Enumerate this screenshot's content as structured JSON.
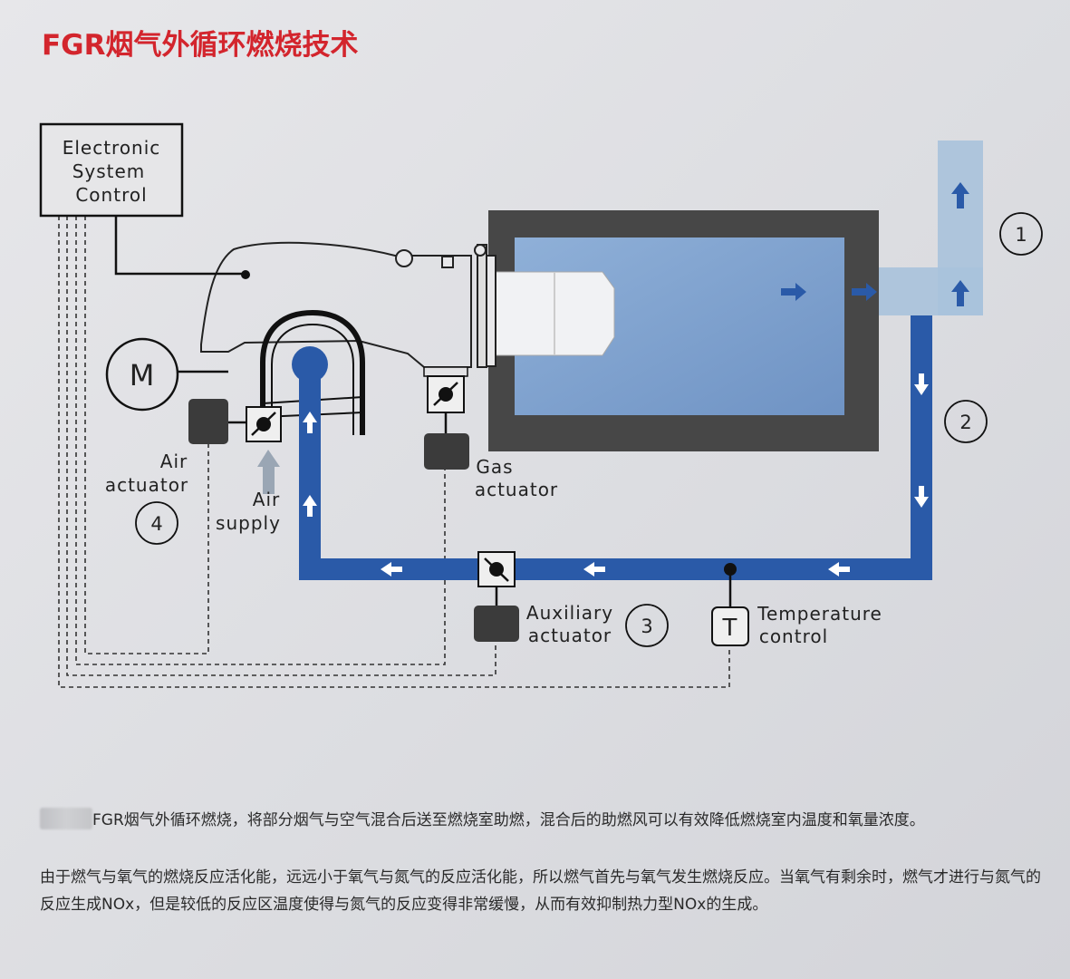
{
  "title": "FGR烟气外循环燃烧技术",
  "diagram": {
    "control_box": [
      "Electronic",
      "System",
      "Control"
    ],
    "motor": "M",
    "air_actuator": [
      "Air",
      "actuator"
    ],
    "air_supply": [
      "Air",
      "supply"
    ],
    "gas_actuator": [
      "Gas",
      "actuator"
    ],
    "auxiliary_actuator": [
      "Auxiliary",
      "actuator"
    ],
    "temperature_symbol": "T",
    "temperature_control": [
      "Temperature",
      "control"
    ],
    "callouts": [
      "1",
      "2",
      "3",
      "4"
    ]
  },
  "text": {
    "paragraph1": "FGR烟气外循环燃烧，将部分烟气与空气混合后送至燃烧室助燃，混合后的助燃风可以有效降低燃烧室内温度和氧量浓度。",
    "paragraph2": "由于燃气与氧气的燃烧反应活化能，远远小于氧气与氮气的反应活化能，所以燃气首先与氧气发生燃烧反应。当氧气有剩余时，燃气才进行与氮气的反应生成NOx，但是较低的反应区温度使得与氮气的反应变得非常缓慢，从而有效抑制热力型NOx的生成。"
  },
  "colors": {
    "title": "#d3252d",
    "flue_pipe": "#2a5aa8",
    "exhaust": "#a9c2dc",
    "chamber_inner": "#7c9fcb",
    "chamber_outer": "#444444",
    "actuator": "#3b3b3b"
  }
}
